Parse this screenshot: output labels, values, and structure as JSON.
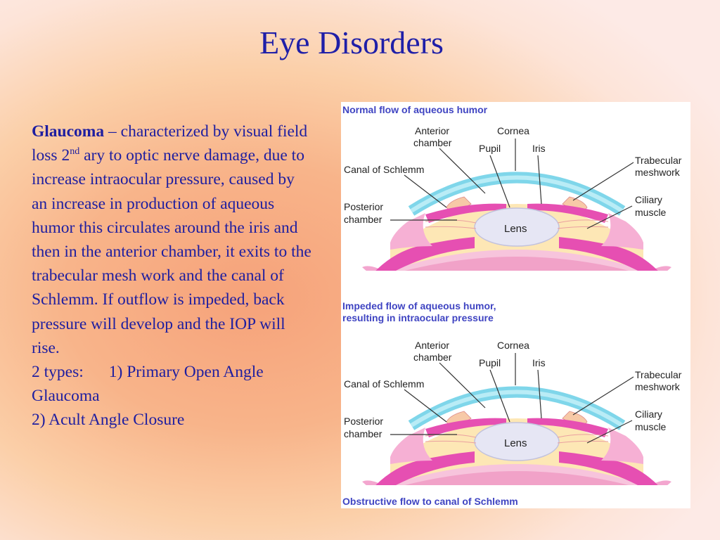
{
  "slide": {
    "title": "Eye Disorders"
  },
  "text": {
    "glaucoma_term": "Glaucoma",
    "intro": " – characterized by visual field loss 2",
    "sup": "nd",
    "rest": " ary  to optic nerve damage, due to increase intraocular pressure, caused by an increase in production of aqueous humor this circulates around the iris and then in the anterior chamber, it exits to the trabecular mesh work and the canal of Schlemm.  If outflow is impeded, back pressure will develop and the IOP will rise.",
    "types_label": "2 types:",
    "type1": "1) Primary Open Angle Glaucoma",
    "type2": "2) Acult Angle Closure"
  },
  "figure": {
    "top_caption": "Normal flow of aqueous humor",
    "middle_caption_line1": "Impeded flow of aqueous humor,",
    "middle_caption_line2": "resulting in intraocular pressure",
    "bottom_caption": "Obstructive flow to canal of Schlemm",
    "labels": {
      "anterior_1": "Anterior",
      "anterior_2": "chamber",
      "cornea": "Cornea",
      "pupil": "Pupil",
      "iris": "Iris",
      "canal": "Canal of Schlemm",
      "trabecular_1": "Trabecular",
      "trabecular_2": "meshwork",
      "posterior_1": "Posterior",
      "posterior_2": "chamber",
      "ciliary_1": "Ciliary",
      "ciliary_2": "muscle",
      "lens": "Lens"
    }
  },
  "colors": {
    "title": "#1f1fa8",
    "caption": "#3f44c2",
    "cornea": "#7fd6ea",
    "iris": "#e64fb2",
    "lens": "#e6e6f4",
    "aqueous": "#fde7b5"
  }
}
